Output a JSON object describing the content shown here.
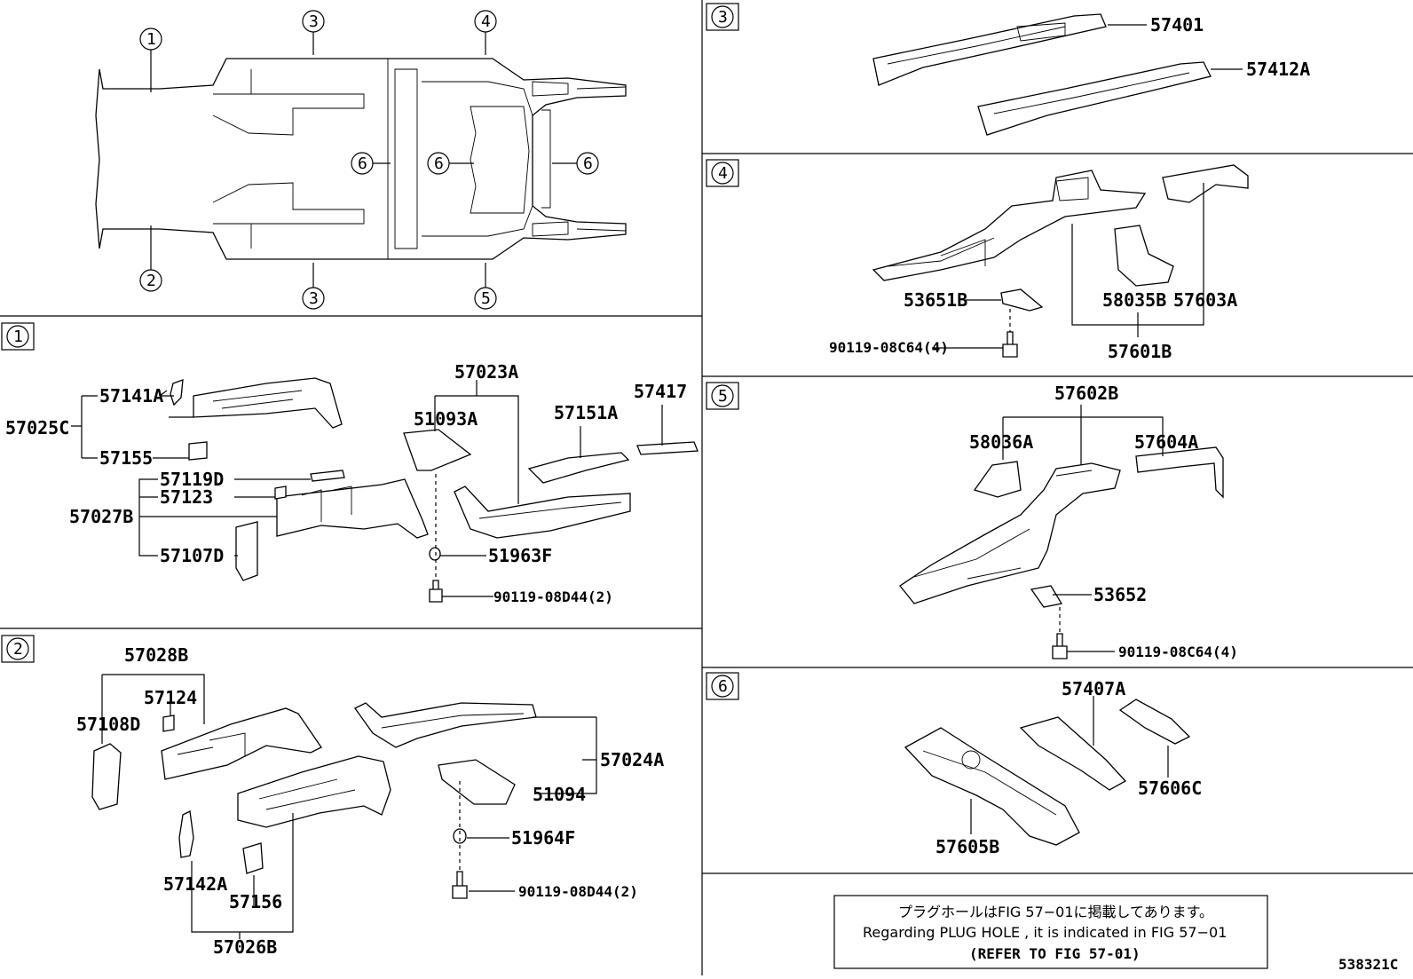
{
  "diagram_code": "538321C",
  "overview": {
    "markers": [
      "1",
      "2",
      "3",
      "4",
      "5",
      "6",
      "6",
      "6",
      "3"
    ]
  },
  "sections": {
    "s1": {
      "marker": "1",
      "labels": {
        "p57025C": "57025C",
        "p57141A": "57141A",
        "p57155": "57155",
        "p57027B": "57027B",
        "p57119D": "57119D",
        "p57123": "57123",
        "p57107D": "57107D",
        "p57023A": "57023A",
        "p51093A": "51093A",
        "p57151A": "57151A",
        "p57417": "57417",
        "p51963F": "51963F",
        "b90119": "90119-08D44(2)"
      }
    },
    "s2": {
      "marker": "2",
      "labels": {
        "p57028B": "57028B",
        "p57124": "57124",
        "p57108D": "57108D",
        "p57024A": "57024A",
        "p51094": "51094",
        "p51964F": "51964F",
        "b90119": "90119-08D44(2)",
        "p57142A": "57142A",
        "p57156": "57156",
        "p57026B": "57026B"
      }
    },
    "s3": {
      "marker": "3",
      "labels": {
        "p57401": "57401",
        "p57412A": "57412A"
      }
    },
    "s4": {
      "marker": "4",
      "labels": {
        "p53651B": "53651B",
        "p58035B": "58035B",
        "p57603A": "57603A",
        "b90119": "90119-08C64(4)",
        "p57601B": "57601B"
      }
    },
    "s5": {
      "marker": "5",
      "labels": {
        "p57602B": "57602B",
        "p58036A": "58036A",
        "p57604A": "57604A",
        "p53652": "53652",
        "b90119": "90119-08C64(4)"
      }
    },
    "s6": {
      "marker": "6",
      "labels": {
        "p57407A": "57407A",
        "p57606C": "57606C",
        "p57605B": "57605B"
      }
    }
  },
  "note": {
    "jp": "プラグホールはFIG 57−01に掲載してあります。",
    "en": "Regarding PLUG HOLE , it is indicated in FIG 57−01",
    "refer": "(REFER TO FIG 57-01)"
  }
}
